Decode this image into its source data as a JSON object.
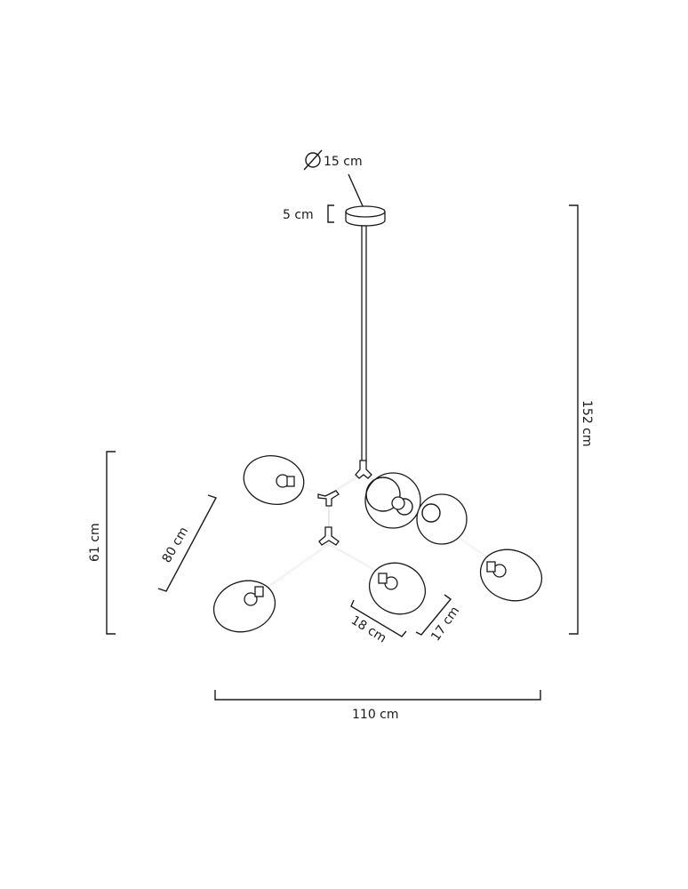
{
  "dimensions": {
    "canopy_diameter": "15 cm",
    "canopy_height": "5 cm",
    "total_height": "152 cm",
    "body_height": "61 cm",
    "arm_length": "80 cm",
    "total_width": "110 cm",
    "globe_width": "18 cm",
    "globe_height": "17 cm"
  },
  "colors": {
    "line": "#1a1a1a",
    "background": "#ffffff"
  }
}
